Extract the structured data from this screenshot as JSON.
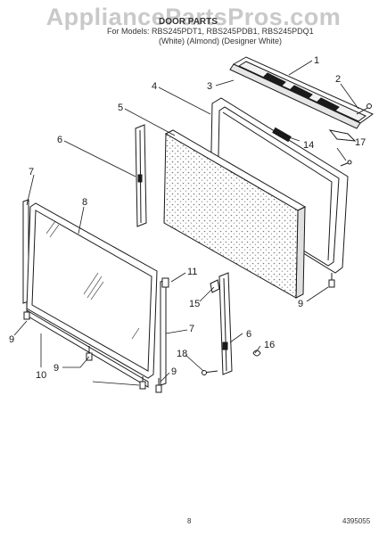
{
  "watermark": "AppliancePartsPros.com",
  "header": {
    "title": "DOOR PARTS",
    "models": "For Models: RBS245PDT1, RBS245PDB1, RBS245PDQ1",
    "colors": "(White)     (Almond)   (Designer White)"
  },
  "footer": {
    "page_number": "8",
    "part_code": "4395055"
  },
  "callouts": {
    "c1": "1",
    "c2": "2",
    "c3": "3",
    "c4": "4",
    "c5": "5",
    "c6": "6",
    "c7": "7",
    "c8": "8",
    "c9": "9",
    "c10": "10",
    "c11": "11",
    "c14": "14",
    "c15": "15",
    "c16": "16",
    "c17": "17",
    "c18": "18"
  },
  "colors": {
    "line": "#1a1a1a",
    "insulation": "#d9d9d9",
    "watermark": "#c9c9c9"
  }
}
